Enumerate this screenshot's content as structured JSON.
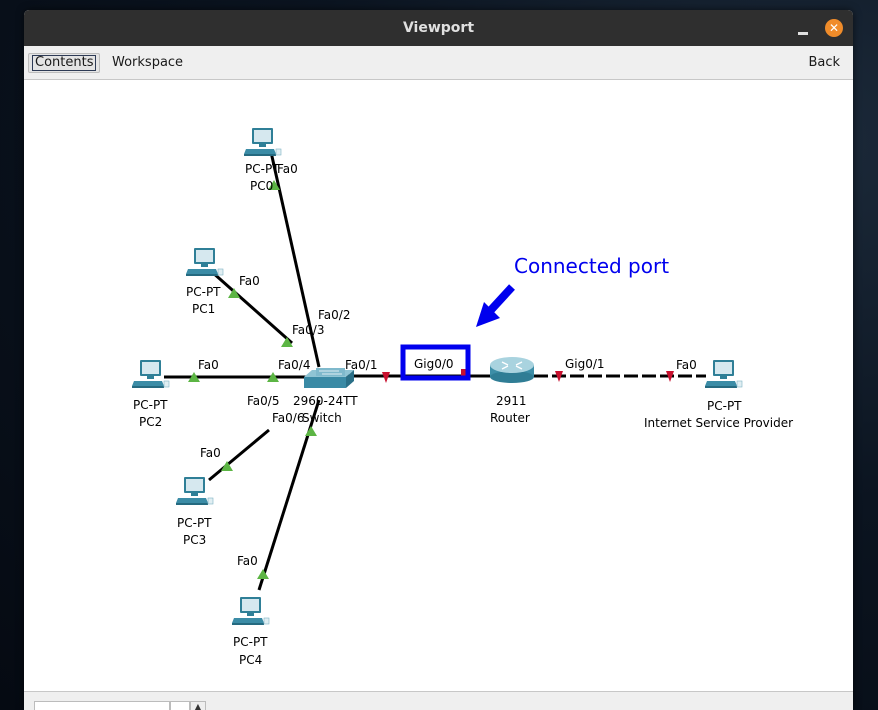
{
  "window": {
    "title": "Viewport",
    "close_glyph": "✕"
  },
  "toolbar": {
    "contents_label": "Contents",
    "workspace_label": "Workspace",
    "back_label": "Back"
  },
  "annotation": {
    "text": "Connected port",
    "color": "#0000ee"
  },
  "colors": {
    "link_up": "#5cb544",
    "link_down": "#c8102e",
    "highlight": "#0000ee"
  },
  "devices": {
    "pc0": {
      "model": "PC-PT",
      "name": "PC0",
      "port": "Fa0"
    },
    "pc1": {
      "model": "PC-PT",
      "name": "PC1",
      "port": "Fa0"
    },
    "pc2": {
      "model": "PC-PT",
      "name": "PC2",
      "port": "Fa0"
    },
    "pc3": {
      "model": "PC-PT",
      "name": "PC3",
      "port": "Fa0"
    },
    "pc4": {
      "model": "PC-PT",
      "name": "PC4",
      "port": "Fa0"
    },
    "switch": {
      "model": "2960-24TT",
      "name": "Switch",
      "ports": {
        "fa01": "Fa0/1",
        "fa02": "Fa0/2",
        "fa03": "Fa0/3",
        "fa04": "Fa0/4",
        "fa05": "Fa0/5",
        "fa06": "Fa0/6"
      }
    },
    "router": {
      "model": "2911",
      "name": "Router",
      "ports": {
        "gig00": "Gig0/0",
        "gig01": "Gig0/1"
      }
    },
    "isp": {
      "model": "PC-PT",
      "name": "Internet Service Provider",
      "port": "Fa0"
    }
  }
}
